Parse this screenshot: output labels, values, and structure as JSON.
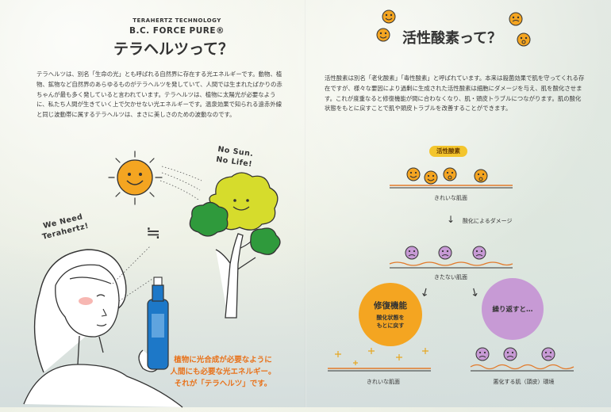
{
  "left": {
    "brand_top": "TERAHERTZ TECHNOLOGY",
    "brand_main": "B.C. FORCE PURE®",
    "title": "テラヘルツって？",
    "paragraph": "テラヘルツは、別名「生命の光」とも呼ばれる自然界に存在する光エネルギーです。動物、植物、鉱物など自然界のあらゆるものがテラヘルツを発していて、人間では生まれたばかりの赤ちゃんが最も多く発していると言われています。テラヘルツは、植物に太陽光が必要なように、私たち人間が生きていく上で欠かせない光エネルギーです。温泉効果で知られる遠赤外線と同じ波動帯に属するテラヘルツは、まさに美しさのための波動なのです。",
    "no_sun_line1": "No Sun.",
    "no_sun_line2": "No Life!",
    "we_need_line1": "We Need",
    "we_need_line2": "Terahertz!",
    "approx_symbol": "≒",
    "caption_line1": "植物に光合成が必要なように",
    "caption_line2": "人間にも必要な光エネルギー。",
    "caption_line3": "それが「テラヘルツ」です。"
  },
  "right": {
    "title": "活性酸素って？",
    "paragraph": "活性酸素は別名「老化酸素」「毒性酸素」と呼ばれています。本来は殺菌効果で肌を守ってくれる存在ですが、様々な要因により過剰に生成された活性酸素は細胞にダメージを与え、肌を酸化させます。これが度重なると修復機能が間に合わなくなり、肌・頭皮トラブルにつながります。肌の酸化状態をもとに戻すことで肌や頭皮トラブルを改善することができます。",
    "diagram": {
      "pill_label": "活性酸素",
      "clean_skin_label": "きれいな肌面",
      "damage_label": "酸化によるダメージ",
      "dirty_skin_label": "きたない肌面",
      "repair_title": "修復機能",
      "repair_sub1": "酸化状態を",
      "repair_sub2": "もとに戻す",
      "repeat_label": "繰り返すと…",
      "result_clean_label": "きれいな肌面",
      "result_bad_label": "悪化する肌（頭皮）環境"
    }
  },
  "colors": {
    "accent_orange": "#ea7418",
    "sun_yellow": "#f4a521",
    "radical_purple": "#c79ad5",
    "pill_yellow": "#f3c52d",
    "tree_yellow": "#d6dc2c",
    "tree_green": "#2f9a3c",
    "bottle_blue": "#1d78c8"
  }
}
